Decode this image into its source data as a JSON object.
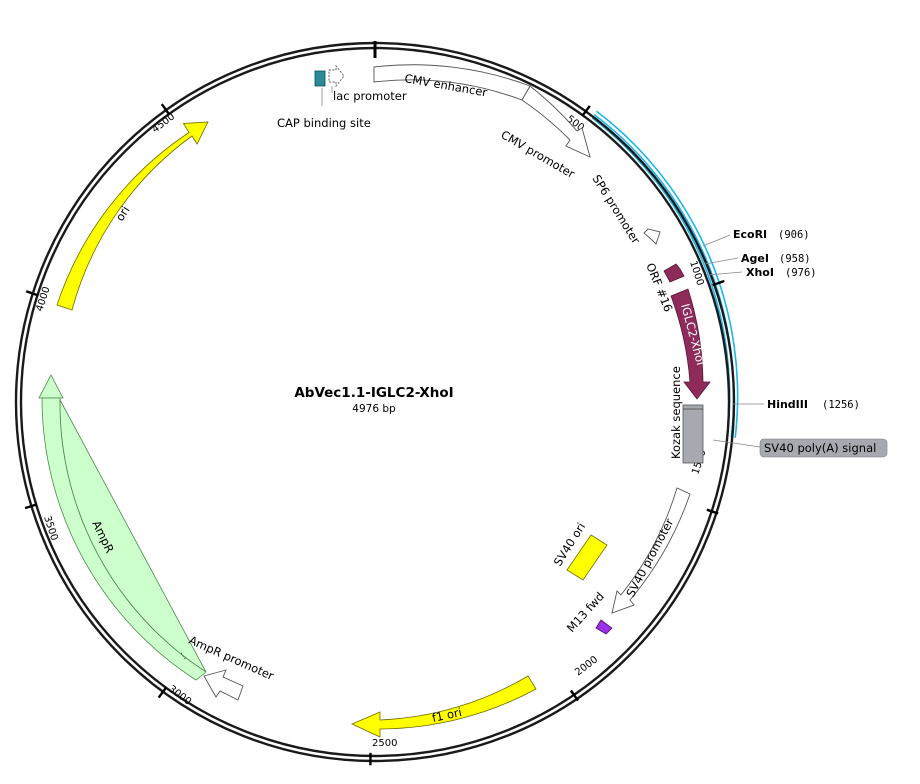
{
  "plasmid": {
    "name": "AbVec1.1-IGLC2-XhoI",
    "length_label": "4976 bp"
  },
  "ticks": [
    "500",
    "1000",
    "1500",
    "2000",
    "2500",
    "3000",
    "3500",
    "4000",
    "4500"
  ],
  "features": [
    {
      "id": "cmv-enhancer",
      "label": "CMV enhancer",
      "color": "#ffffff"
    },
    {
      "id": "cmv-promoter",
      "label": "CMV promoter",
      "color": "#ffffff"
    },
    {
      "id": "sp6-promoter",
      "label": "SP6 promoter",
      "color": "#ffffff"
    },
    {
      "id": "orf16",
      "label": "ORF #16",
      "color": "#8e2b5a"
    },
    {
      "id": "iglc2",
      "label": "IGLC2-XhoI",
      "color": "#8e2b5a"
    },
    {
      "id": "kozak",
      "label": "Kozak sequence",
      "color": "#a6aab0"
    },
    {
      "id": "sv40-polya",
      "label": "SV40 poly(A) signal",
      "color": "#a6aab0"
    },
    {
      "id": "sv40-promoter",
      "label": "SV40 promoter",
      "color": "#ffffff"
    },
    {
      "id": "sv40-ori",
      "label": "SV40 ori",
      "color": "#ffff00"
    },
    {
      "id": "m13-fwd",
      "label": "M13 fwd",
      "color": "#9b30e6"
    },
    {
      "id": "f1-ori",
      "label": "f1 ori",
      "color": "#ffff00"
    },
    {
      "id": "ampr-promoter",
      "label": "AmpR promoter",
      "color": "#ffffff"
    },
    {
      "id": "ampr",
      "label": "AmpR",
      "color": "#ccffcc"
    },
    {
      "id": "ori",
      "label": "ori",
      "color": "#ffff00"
    },
    {
      "id": "cap-site",
      "label": "CAP binding site",
      "color": "#2a8a99"
    },
    {
      "id": "lac-promoter",
      "label": "lac promoter",
      "color": "#ffffff"
    }
  ],
  "sites": [
    {
      "name": "EcoRI",
      "pos": "(906)"
    },
    {
      "name": "AgeI",
      "pos": "(958)"
    },
    {
      "name": "XhoI",
      "pos": "(976)"
    },
    {
      "name": "HindIII",
      "pos": "(1256)"
    }
  ],
  "colors": {
    "backbone": "#1a1a1a",
    "insert_highlight": "#1ab6e8"
  }
}
